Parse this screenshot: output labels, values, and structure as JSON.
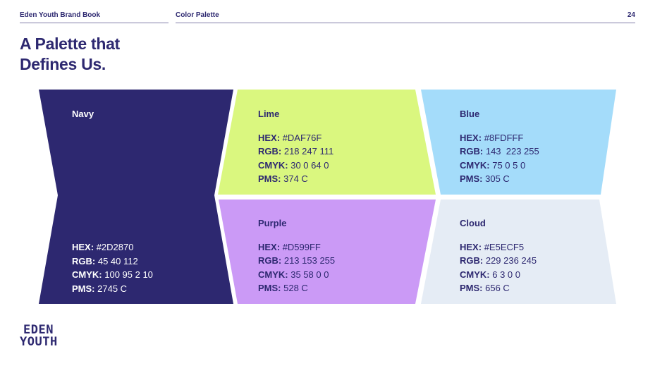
{
  "header": {
    "book_title": "Eden Youth Brand Book",
    "section": "Color Palette",
    "page_number": "24"
  },
  "title_lines": [
    "A Palette that",
    "Defines Us."
  ],
  "colors": [
    {
      "name": "Navy",
      "hex": "#2D2870",
      "hex_label": "HEX:",
      "hex_value": "#2D2870",
      "rgb_label": "RGB:",
      "rgb_value": "45 40 112",
      "cmyk_label": "CMYK:",
      "cmyk_value": "100 95 2 10",
      "pms_label": "PMS:",
      "pms_value": "2745 C"
    },
    {
      "name": "Lime",
      "hex": "#DAF77F",
      "hex_label": "HEX:",
      "hex_value": "#DAF76F",
      "rgb_label": "RGB:",
      "rgb_value": "218 247 111",
      "cmyk_label": "CMYK:",
      "cmyk_value": "30 0 64 0",
      "pms_label": "PMS:",
      "pms_value": "374 C"
    },
    {
      "name": "Blue",
      "hex": "#A4DCFA",
      "hex_label": "HEX:",
      "hex_value": "#8FDFFF",
      "rgb_label": "RGB:",
      "rgb_value": "143  223 255",
      "cmyk_label": "CMYK:",
      "cmyk_value": "75 0 5 0",
      "pms_label": "PMS:",
      "pms_value": "305 C"
    },
    {
      "name": "Purple",
      "hex": "#CB9AF6",
      "hex_label": "HEX:",
      "hex_value": "#D599FF",
      "rgb_label": "RGB:",
      "rgb_value": "213 153 255",
      "cmyk_label": "CMYK:",
      "cmyk_value": "35 58 0 0",
      "pms_label": "PMS:",
      "pms_value": "528 C"
    },
    {
      "name": "Cloud",
      "hex": "#E5ECF5",
      "hex_label": "HEX:",
      "hex_value": "#E5ECF5",
      "rgb_label": "RGB:",
      "rgb_value": "229 236 245",
      "cmyk_label": "CMYK:",
      "cmyk_value": "6 3 0 0",
      "pms_label": "PMS:",
      "pms_value": "656 C"
    }
  ],
  "logo": {
    "line1": "EDEN",
    "line2": "YOUTH"
  }
}
